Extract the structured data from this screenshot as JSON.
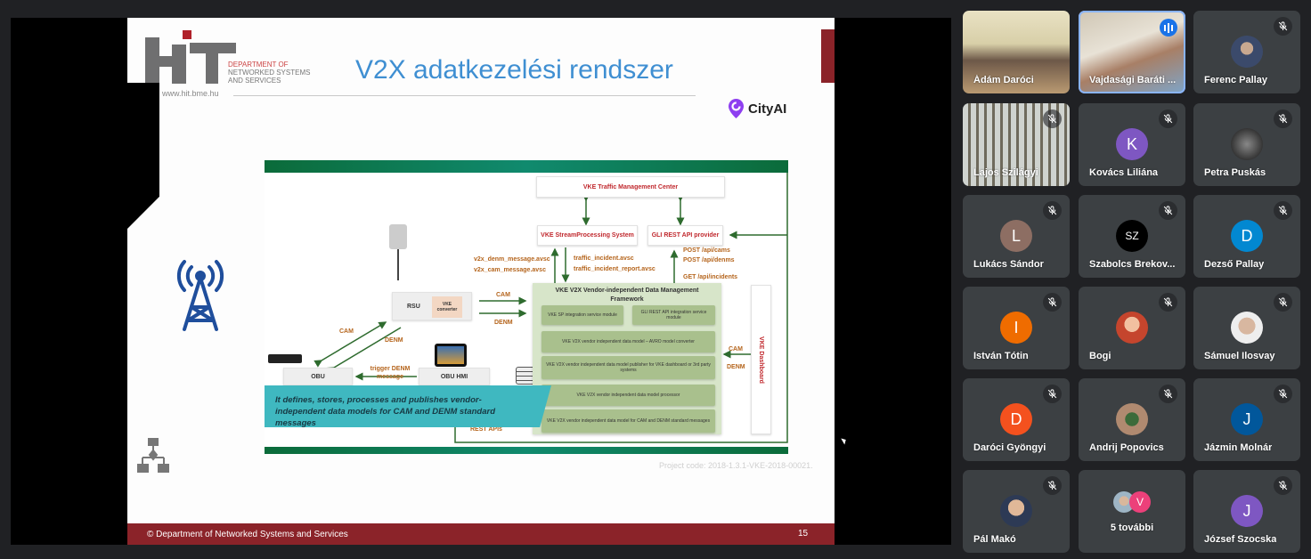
{
  "slide": {
    "logo_dept_lines": [
      "DEPARTMENT OF",
      "NETWORKED SYSTEMS",
      "AND SERVICES"
    ],
    "logo_url": "www.hit.bme.hu",
    "title": "V2X adatkezelési rendszer",
    "partner_logo": "CityAI",
    "project_code": "Project code: 2018-1.3.1-VKE-2018-00021.",
    "footer": "© Department of Networked Systems and Services",
    "page_number": "15",
    "colors": {
      "title": "#3f8fd2",
      "footer": "#8b2329",
      "green": "#0f6e3c",
      "teal": "#3fb8c0"
    },
    "diagram": {
      "tmc": "VKE Traffic Management Center",
      "stream": "VKE StreamProcessing System",
      "gli": "GLI REST API provider",
      "v2x_denm": "v2x_denm_message.avsc",
      "v2x_cam": "v2x_cam_message.avsc",
      "traffic_incident": "traffic_incident.avsc",
      "traffic_report": "traffic_incident_report.avsc",
      "post_cams": "POST /api/cams",
      "post_denms": "POST /api/denms",
      "get_incidents": "GET /api/incidents",
      "framework": "VKE V2X Vendor-independent Data Management Framework",
      "modules": [
        "VKE SP integration service module",
        "GLI REST API integration service module",
        "VKE V2X vendor independent data model – AVRO model converter",
        "VKE V2X vendor independent data model publisher for VKE dashboard or 3rd party systems",
        "VKE V2X vendor independent data model processor",
        "VKE V2X vendor independent data model for CAM and DENM standard messages"
      ],
      "dashboard": "VKE Dashboard",
      "rsu": "RSU",
      "converter": "VKE converter",
      "cam": "CAM",
      "denm": "DENM",
      "obu": "OBU",
      "obu_hmi": "OBU HMI",
      "trigger": "trigger DENM message",
      "rest_apis": "REST APIs",
      "banner": "It defines, stores, processes and publishes vendor-independent data models for CAM and DENM standard messages"
    }
  },
  "participants": [
    {
      "name": "Ádám Daróci",
      "type": "video",
      "muted": false
    },
    {
      "name": "Vajdasági Baráti ...",
      "type": "video",
      "speaking": true,
      "muted": false
    },
    {
      "name": "Ferenc Pallay",
      "type": "photo",
      "muted": true
    },
    {
      "name": "Lajos Szilágyi",
      "type": "video",
      "muted": true
    },
    {
      "name": "Kovács Liliána",
      "letter": "K",
      "color": "#7e57c2",
      "muted": true
    },
    {
      "name": "Petra Puskás",
      "type": "photo",
      "muted": true
    },
    {
      "name": "Lukács Sándor",
      "letter": "L",
      "color": "#8d6e63",
      "muted": true
    },
    {
      "name": "Szabolcs Brekov...",
      "letter": "SZ",
      "color": "#000000",
      "muted": true
    },
    {
      "name": "Dezső Pallay",
      "letter": "D",
      "color": "#0288d1",
      "muted": true
    },
    {
      "name": "István Tótin",
      "letter": "I",
      "color": "#ef6c00",
      "muted": true
    },
    {
      "name": "Bogi",
      "type": "photo",
      "muted": true
    },
    {
      "name": "Sámuel Ilosvay",
      "type": "photo",
      "muted": true
    },
    {
      "name": "Daróci Gyöngyi",
      "letter": "D",
      "color": "#f4511e",
      "muted": true
    },
    {
      "name": "Andrij Popovics",
      "type": "photo",
      "muted": true
    },
    {
      "name": "Jázmin Molnár",
      "letter": "J",
      "color": "#01579b",
      "muted": true
    },
    {
      "name": "Pál Makó",
      "type": "photo",
      "muted": true
    },
    {
      "name": "5 további",
      "type": "more",
      "letter": "V",
      "color": "#ec407a",
      "muted": false
    },
    {
      "name": "József Szocska",
      "letter": "J",
      "color": "#7e57c2",
      "muted": true
    }
  ]
}
